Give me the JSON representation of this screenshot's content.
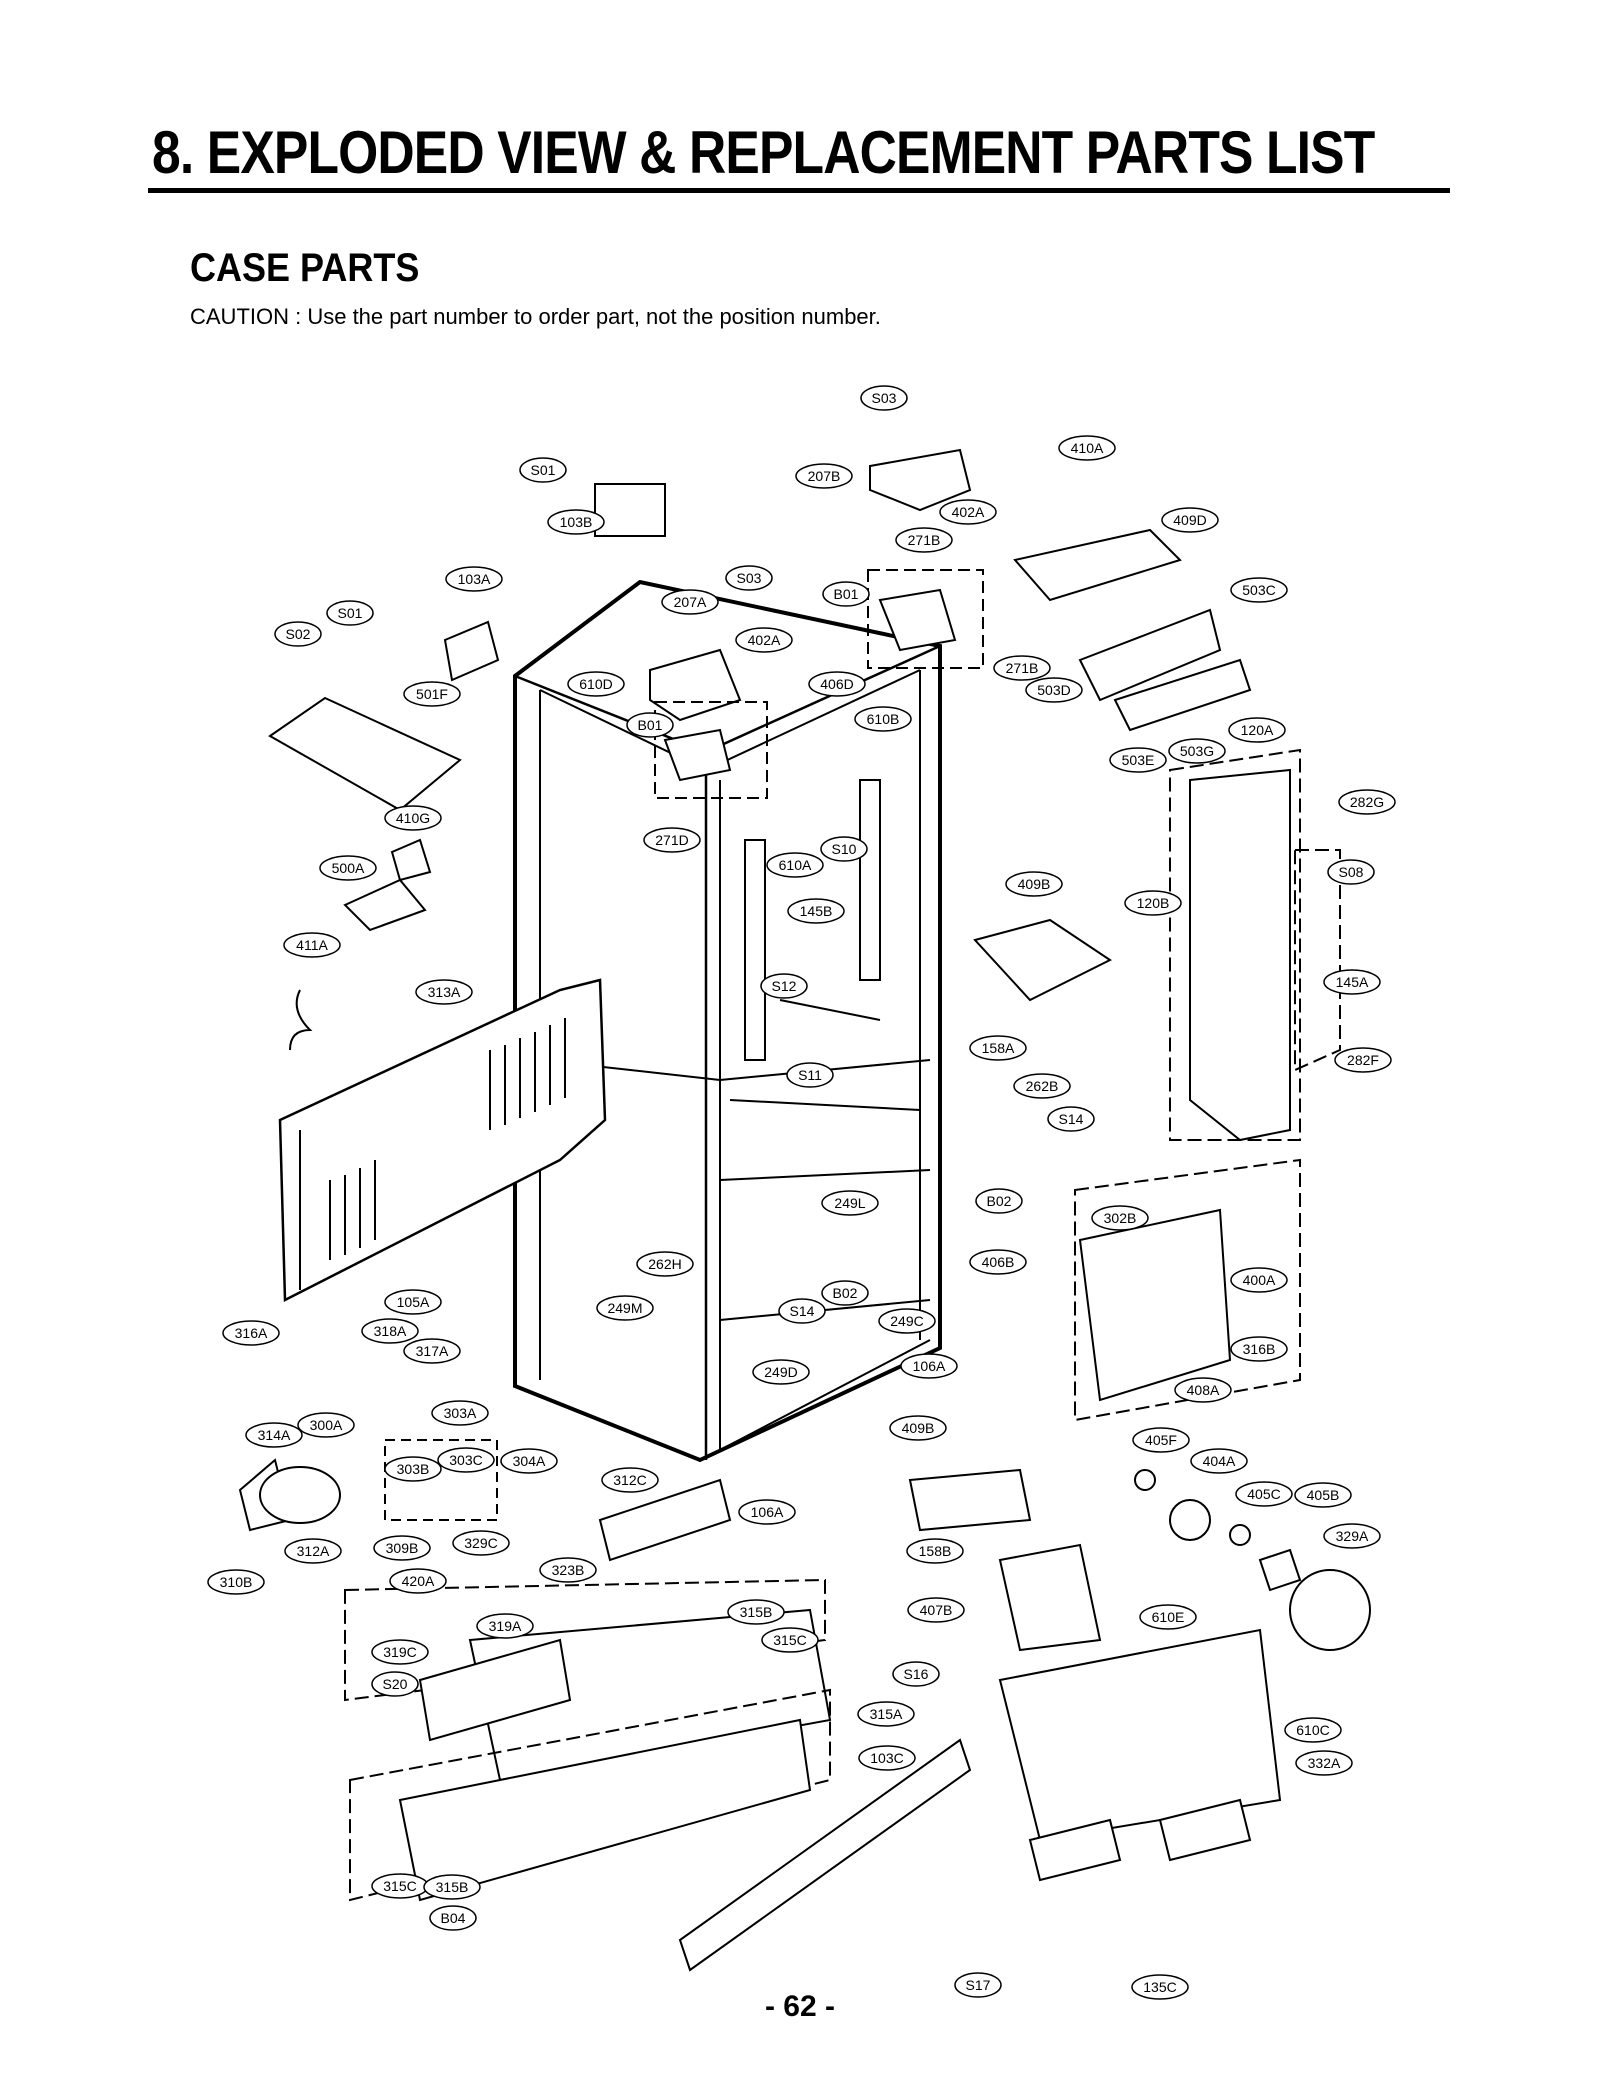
{
  "header": {
    "title": "8. EXPLODED VIEW & REPLACEMENT PARTS LIST",
    "section": "CASE PARTS",
    "caution": "CAUTION : Use the part number to order part, not the position number."
  },
  "labels": [
    "S03",
    "410A",
    "S01",
    "207B",
    "402A",
    "103B",
    "409D",
    "271B",
    "103A",
    "S03",
    "B01",
    "503C",
    "S01",
    "207A",
    "S02",
    "402A",
    "271B",
    "610D",
    "406D",
    "501F",
    "503D",
    "610B",
    "B01",
    "120A",
    "503E",
    "503G",
    "282G",
    "410G",
    "271D",
    "S10",
    "610A",
    "S08",
    "500A",
    "409B",
    "120B",
    "145B",
    "411A",
    "S12",
    "145A",
    "313A",
    "158A",
    "282F",
    "S11",
    "262B",
    "S14",
    "249L",
    "B02",
    "302B",
    "262H",
    "406B",
    "400A",
    "105A",
    "B02",
    "249M",
    "S14",
    "249C",
    "316A",
    "318A",
    "316B",
    "317A",
    "249D",
    "106A",
    "408A",
    "303A",
    "314A",
    "300A",
    "409B",
    "405F",
    "303B",
    "303C",
    "304A",
    "404A",
    "312C",
    "106A",
    "405C",
    "405B",
    "329A",
    "310B",
    "312A",
    "309B",
    "329C",
    "158B",
    "420A",
    "323B",
    "315B",
    "407B",
    "610E",
    "319A",
    "315C",
    "319C",
    "S16",
    "S20",
    "315A",
    "610C",
    "103C",
    "332A",
    "315C",
    "315B",
    "S17",
    "135C",
    "B04"
  ],
  "footer": {
    "page_number": "- 62 -"
  }
}
